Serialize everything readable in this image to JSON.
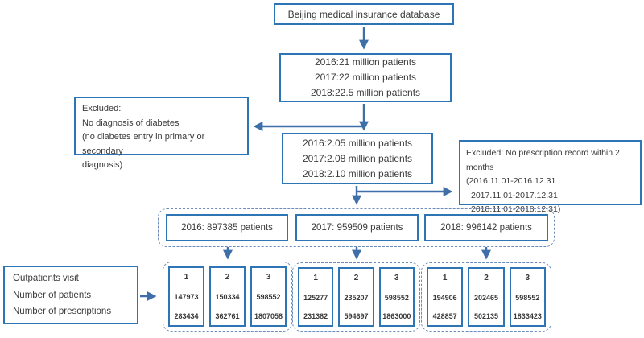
{
  "flow": {
    "top_box": "Beijing medical insurance database",
    "all_patients": {
      "lines": [
        "2016:21 million patients",
        "2017:22 million patients",
        "2018:22.5 million patients"
      ]
    },
    "excluded_left": {
      "lines": [
        "Excluded:",
        "No diagnosis of diabetes",
        "(no diabetes entry in primary or secondary",
        "diagnosis)"
      ]
    },
    "diabetes_patients": {
      "lines": [
        "2016:2.05 million patients",
        "2017:2.08 million patients",
        "2018:2.10 million patients"
      ]
    },
    "excluded_right": {
      "lines": [
        "Excluded: No prescription record within 2 months",
        "(2016.11.01-2016.12.31",
        "2017.11.01-2017.12.31",
        "2018.11.01-2018.12.31)"
      ]
    },
    "year_boxes": [
      "2016: 897385 patients",
      "2017: 959509 patients",
      "2018: 996142 patients"
    ],
    "row_labels": [
      "Outpatients visit",
      "Number of patients",
      "Number of prescriptions"
    ],
    "groups": [
      {
        "year": "2016",
        "columns": [
          {
            "visit": "1",
            "patients": "147973",
            "prescriptions": "283434"
          },
          {
            "visit": "2",
            "patients": "150334",
            "prescriptions": "362761"
          },
          {
            "visit": "3",
            "patients": "598552",
            "prescriptions": "1807058"
          }
        ]
      },
      {
        "year": "2017",
        "columns": [
          {
            "visit": "1",
            "patients": "125277",
            "prescriptions": "231382"
          },
          {
            "visit": "2",
            "patients": "235207",
            "prescriptions": "594697"
          },
          {
            "visit": "3",
            "patients": "598552",
            "prescriptions": "1863000"
          }
        ]
      },
      {
        "year": "2018",
        "columns": [
          {
            "visit": "1",
            "patients": "194906",
            "prescriptions": "428857"
          },
          {
            "visit": "2",
            "patients": "202465",
            "prescriptions": "502135"
          },
          {
            "visit": "3",
            "patients": "598552",
            "prescriptions": "1833423"
          }
        ]
      }
    ]
  },
  "colors": {
    "box_border": "#2E75B6",
    "arrow": "#3E6FA8",
    "dashed_border": "#6B8CBA",
    "text": "#3A3A3A",
    "background": "#FFFFFF"
  }
}
